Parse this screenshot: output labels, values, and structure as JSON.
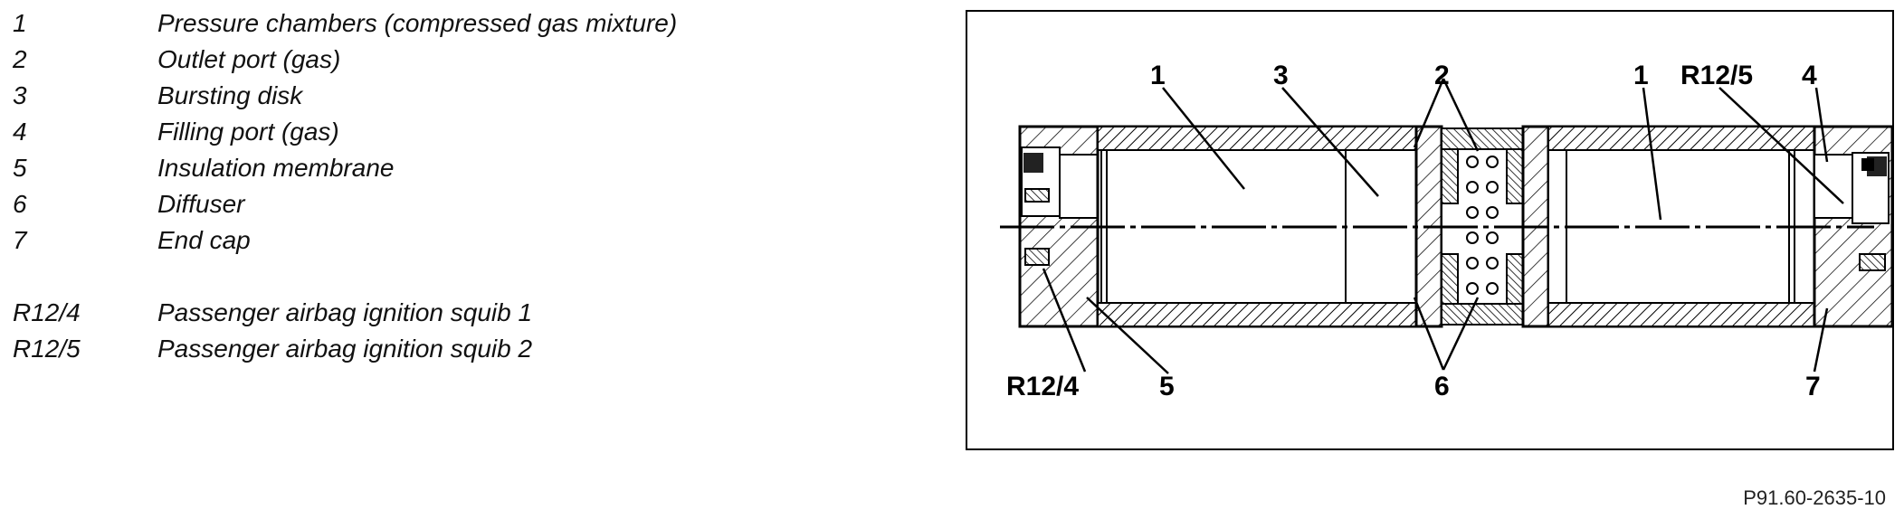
{
  "legend": {
    "items": [
      {
        "key": "1",
        "text": "Pressure chambers (compressed gas mixture)"
      },
      {
        "key": "2",
        "text": "Outlet port (gas)"
      },
      {
        "key": "3",
        "text": "Bursting disk"
      },
      {
        "key": "4",
        "text": "Filling port (gas)"
      },
      {
        "key": "5",
        "text": "Insulation membrane"
      },
      {
        "key": "6",
        "text": "Diffuser"
      },
      {
        "key": "7",
        "text": "End cap"
      }
    ],
    "squibs": [
      {
        "key": "R12/4",
        "text": "Passenger airbag ignition squib 1"
      },
      {
        "key": "R12/5",
        "text": "Passenger airbag ignition squib 2"
      }
    ]
  },
  "diagram": {
    "callouts": {
      "c1_left": "1",
      "c3": "3",
      "c2": "2",
      "c1_right": "1",
      "r125": "R12/5",
      "c4": "4",
      "r124": "R12/4",
      "c5": "5",
      "c6": "6",
      "c7": "7"
    }
  },
  "reference_code": "P91.60-2635-10"
}
